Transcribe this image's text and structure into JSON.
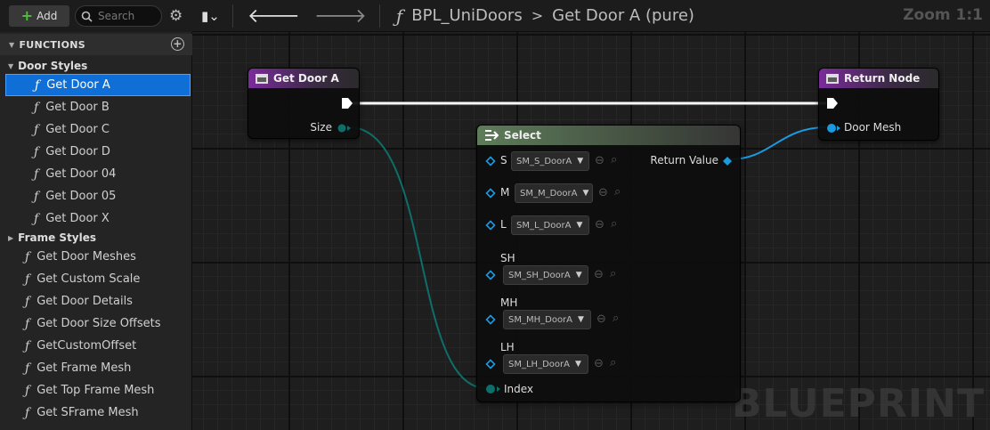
{
  "toolbar": {
    "add_label": "Add",
    "search_placeholder": "Search"
  },
  "functions_header": "FUNCTIONS",
  "categories": {
    "door_styles": "Door Styles",
    "frame_styles": "Frame Styles"
  },
  "door_items": [
    "Get Door A",
    "Get Door B",
    "Get Door C",
    "Get Door D",
    "Get Door 04",
    "Get Door 05",
    "Get Door X"
  ],
  "frame_items": [
    "Get Door Meshes",
    "Get Custom Scale",
    "Get Door Details",
    "Get Door Size Offsets",
    "GetCustomOffset",
    "Get Frame Mesh",
    "Get Top Frame Mesh",
    "Get SFrame Mesh"
  ],
  "breadcrumb": {
    "blueprint": "BPL_UniDoors",
    "function": "Get Door A (pure)"
  },
  "zoom": "Zoom 1:1",
  "watermark": "BLUEPRINT",
  "nodes": {
    "entry": {
      "title": "Get Door A",
      "pin_size": "Size"
    },
    "return": {
      "title": "Return Node",
      "pin_mesh": "Door Mesh"
    },
    "select": {
      "title": "Select",
      "return_value": "Return Value",
      "index": "Index",
      "options": [
        {
          "label": "S",
          "value": "SM_S_DoorA"
        },
        {
          "label": "M",
          "value": "SM_M_DoorA"
        },
        {
          "label": "L",
          "value": "SM_L_DoorA"
        },
        {
          "label": "SH",
          "value": "SM_SH_DoorA"
        },
        {
          "label": "MH",
          "value": "SM_MH_DoorA"
        },
        {
          "label": "LH",
          "value": "SM_LH_DoorA"
        }
      ]
    }
  },
  "colors": {
    "selection": "#0f6fd6",
    "function_node": "#7a2c9a",
    "select_node": "#5e7c5a",
    "object_pin": "#1a9ae0",
    "byte_pin": "#0e6e6a",
    "exec_wire": "#ffffff"
  }
}
